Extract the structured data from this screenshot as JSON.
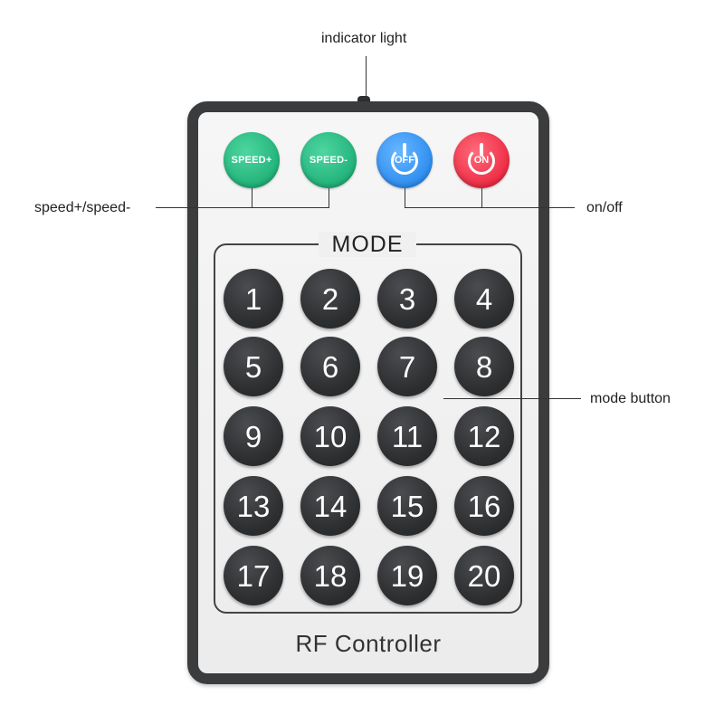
{
  "callouts": {
    "indicator": "indicator light",
    "speed": "speed+/speed-",
    "power": "on/off",
    "mode": "mode button"
  },
  "speed_buttons": [
    {
      "label": "SPEED+",
      "color": "#22b37a"
    },
    {
      "label": "SPEED-",
      "color": "#22b37a"
    }
  ],
  "power_buttons": [
    {
      "label": "OFF",
      "color": "#2f8ef0"
    },
    {
      "label": "ON",
      "color": "#ee2d45"
    }
  ],
  "mode_title": "MODE",
  "mode_buttons": [
    "1",
    "2",
    "3",
    "4",
    "5",
    "6",
    "7",
    "8",
    "9",
    "10",
    "11",
    "12",
    "13",
    "14",
    "15",
    "16",
    "17",
    "18",
    "19",
    "20"
  ],
  "brand_label": "RF Controller",
  "colors": {
    "body": "#3a3c3e",
    "face": "#f0f0f0",
    "mode_button": "#2c2e30"
  }
}
